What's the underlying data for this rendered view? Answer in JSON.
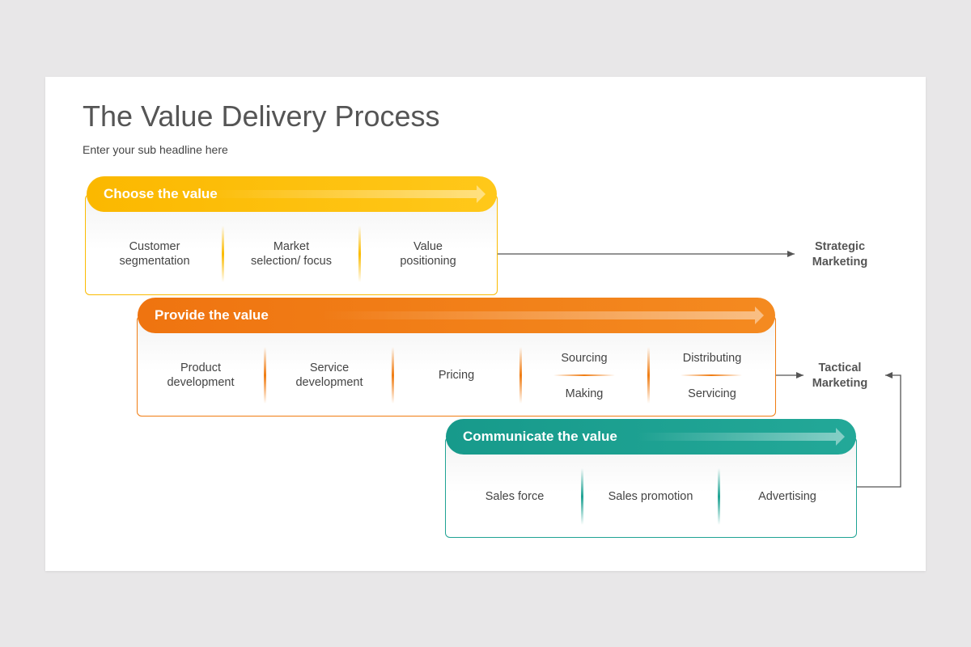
{
  "header": {
    "title": "The Value Delivery Process",
    "subtitle": "Enter your sub headline here"
  },
  "colors": {
    "choose": "#fbbb00",
    "provide": "#f07c12",
    "communicate": "#1fa394",
    "connector": "#555555"
  },
  "choose": {
    "title": "Choose the value",
    "items": [
      {
        "line1": "Customer",
        "line2": "segmentation"
      },
      {
        "line1": "Market",
        "line2": "selection/ focus"
      },
      {
        "line1": "Value",
        "line2": "positioning"
      }
    ]
  },
  "provide": {
    "title": "Provide the value",
    "items": [
      {
        "line1": "Product",
        "line2": "development"
      },
      {
        "line1": "Service",
        "line2": "development"
      },
      {
        "line1": "Pricing",
        "line2": ""
      }
    ],
    "stacked": [
      {
        "top": "Sourcing",
        "bottom": "Making"
      },
      {
        "top": "Distributing",
        "bottom": "Servicing"
      }
    ]
  },
  "communicate": {
    "title": "Communicate the value",
    "items": [
      "Sales force",
      "Sales promotion",
      "Advertising"
    ]
  },
  "labels": {
    "strategic": {
      "line1": "Strategic",
      "line2": "Marketing"
    },
    "tactical": {
      "line1": "Tactical",
      "line2": "Marketing"
    }
  }
}
